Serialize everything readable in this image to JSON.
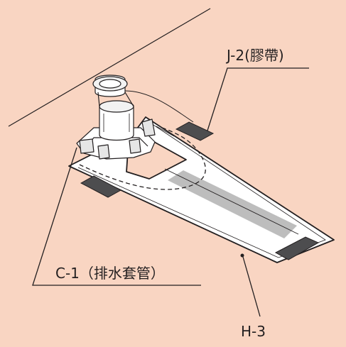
{
  "labels": {
    "tape": "J-2(膠帶)",
    "drain_sleeve": "C-1（排水套管）",
    "sheet": "H-3"
  },
  "colors": {
    "background": "#f9d5c2",
    "line": "#231f20",
    "sheet_fill": "#ffffff",
    "tape_fill": "#4d4d4f",
    "shade": "#bdbdbd"
  }
}
